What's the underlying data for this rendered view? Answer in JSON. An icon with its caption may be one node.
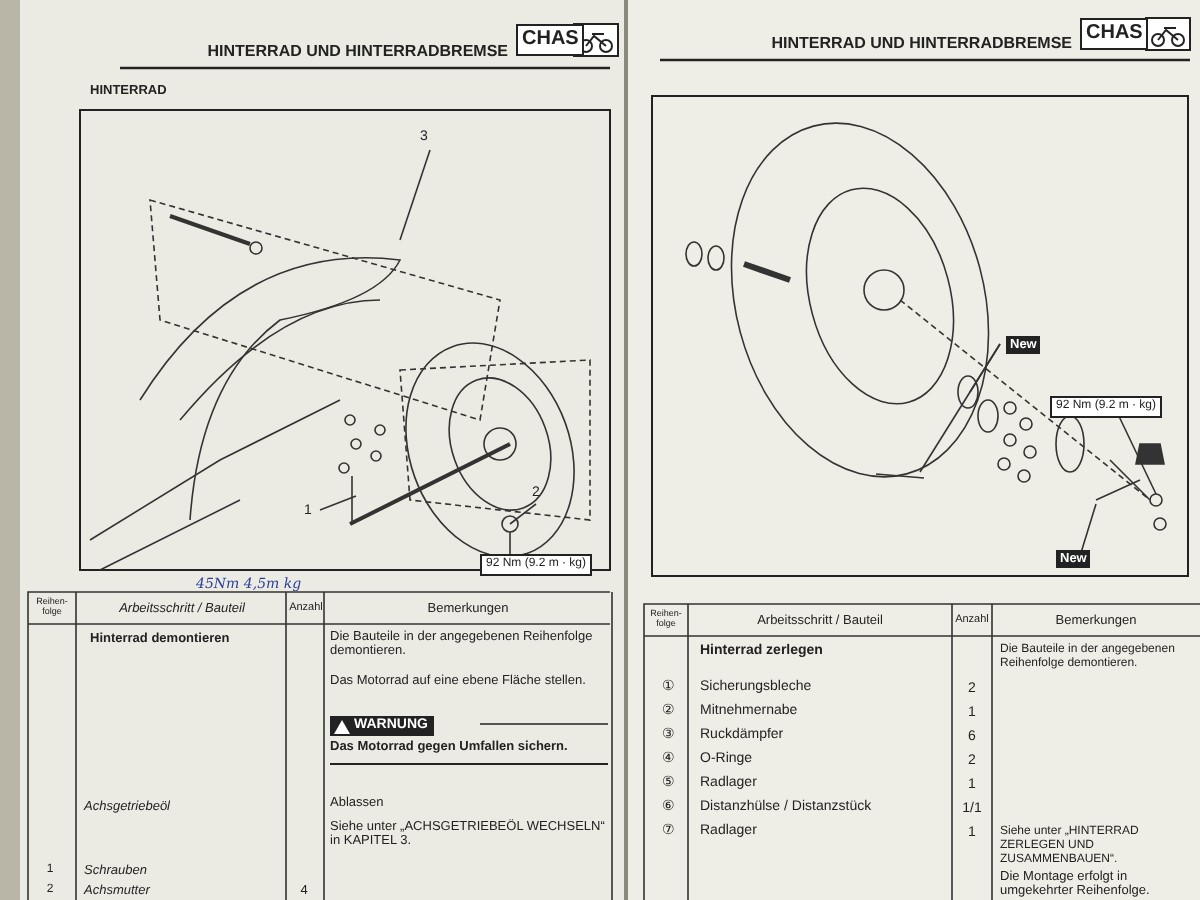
{
  "diagram": {
    "labels": [
      "HINTERRAD UND HINTERRADBREMSE",
      "CHAS",
      "HINTERRAD",
      "3",
      "1",
      "2",
      "45Nm 4,5m kg",
      "92 Nm (9.2 m · kg)",
      "HINTERRAD UND HINTERRADBREMSE",
      "CHAS",
      "New",
      "92 Nm (9.2 m · kg)",
      "New",
      "Reihen-folge",
      "Arbeitsschritt / Bauteil",
      "Anzahl",
      "Bemerkungen",
      "Hinterrad demontieren",
      "Die Bauteile in der angegebenen Reihenfolge demontieren.",
      "Das Motorrad auf eine ebene Fläche stellen.",
      "WARNUNG",
      "Das Motorrad gegen Umfallen sichern.",
      "Achsgetriebeöl",
      "Ablassen",
      "Siehe unter „ACHSGETRIEBEÖL WECHSELN“ in KAPITEL 3.",
      "1",
      "Schrauben",
      "2",
      "Achsmutter",
      "4",
      "Reihen-folge",
      "Arbeitsschritt / Bauteil",
      "Anzahl",
      "Bemerkungen",
      "Hinterrad zerlegen",
      "Die Bauteile in der angegebenen Reihenfolge demontieren.",
      "①",
      "Sicherungsbleche",
      "2",
      "②",
      "Mitnehmernabe",
      "1",
      "③",
      "Ruckdämpfer",
      "6",
      "④",
      "O-Ringe",
      "2",
      "⑤",
      "Radlager",
      "1",
      "⑥",
      "Distanzhülse / Distanzstück",
      "1/1",
      "Siehe unter „HINTERRAD ZERLEGEN UND ZUSAMMENBAUEN“.",
      "⑦",
      "Radlager",
      "1",
      "Die Montage erfolgt in umgekehrter Reihenfolge."
    ]
  }
}
